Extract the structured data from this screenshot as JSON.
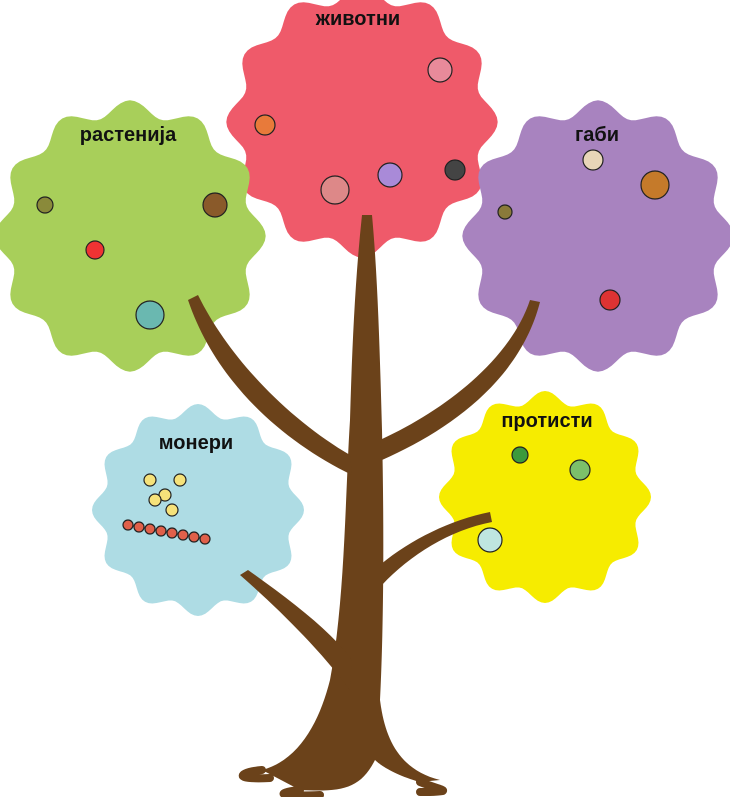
{
  "title": "Kingdoms of living organisms tree",
  "kingdoms": [
    {
      "key": "animals",
      "label": "животни",
      "color": "#ef5a6a"
    },
    {
      "key": "plants",
      "label": "растенија",
      "color": "#a8cf5a"
    },
    {
      "key": "fungi",
      "label": "габи",
      "color": "#a883bf"
    },
    {
      "key": "monera",
      "label": "монери",
      "color": "#aedce4"
    },
    {
      "key": "protists",
      "label": "протисти",
      "color": "#f6ec00"
    }
  ],
  "tree_color": "#6b421a",
  "tree_highlight": "#8a5a2b"
}
